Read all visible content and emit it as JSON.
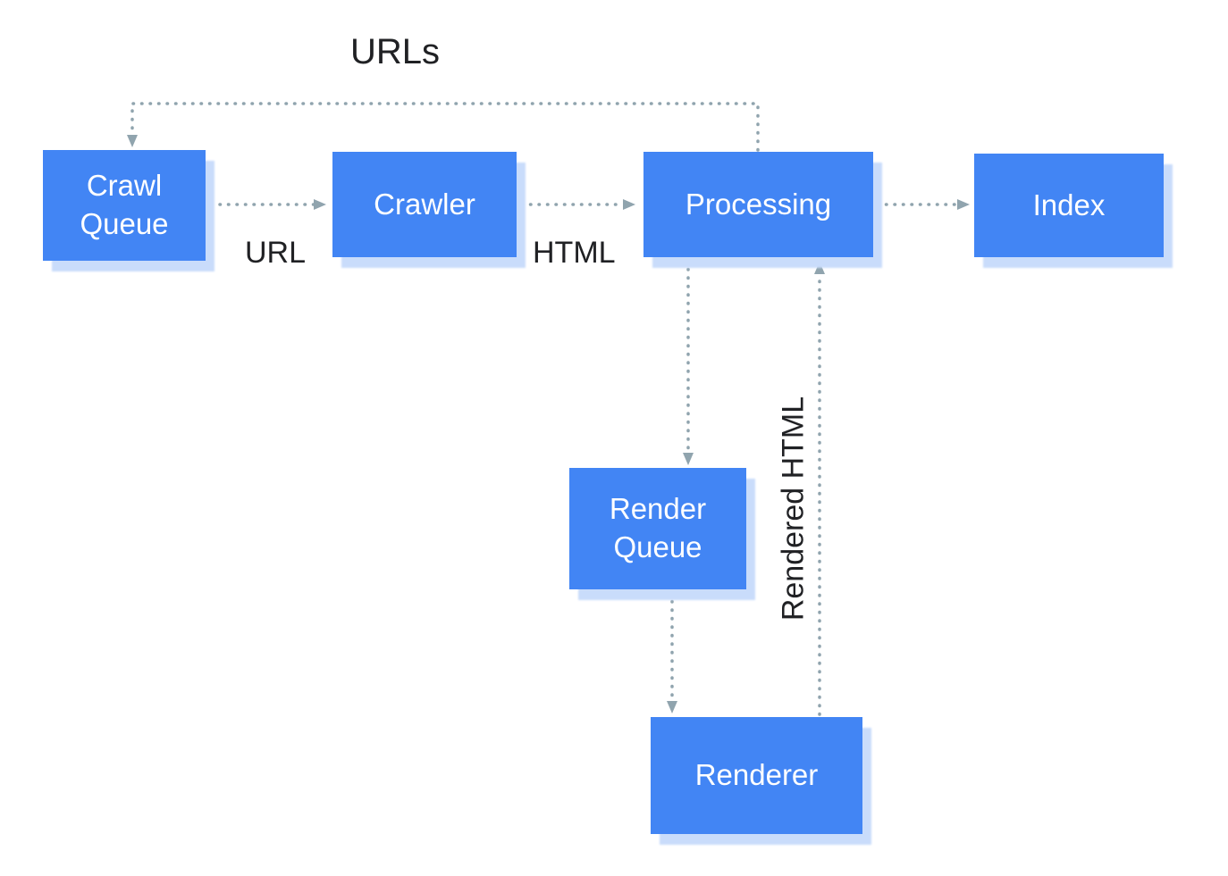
{
  "diagram": {
    "nodes": [
      {
        "id": "crawl-queue",
        "label": "Crawl Queue"
      },
      {
        "id": "crawler",
        "label": "Crawler"
      },
      {
        "id": "processing",
        "label": "Processing"
      },
      {
        "id": "index",
        "label": "Index"
      },
      {
        "id": "render-queue",
        "label": "Render Queue"
      },
      {
        "id": "renderer",
        "label": "Renderer"
      }
    ],
    "edges": [
      {
        "from": "processing",
        "to": "crawl-queue",
        "label": "URLs"
      },
      {
        "from": "crawl-queue",
        "to": "crawler",
        "label": "URL"
      },
      {
        "from": "crawler",
        "to": "processing",
        "label": "HTML"
      },
      {
        "from": "processing",
        "to": "index",
        "label": ""
      },
      {
        "from": "processing",
        "to": "render-queue",
        "label": ""
      },
      {
        "from": "render-queue",
        "to": "renderer",
        "label": ""
      },
      {
        "from": "renderer",
        "to": "processing",
        "label": "Rendered HTML"
      }
    ],
    "colors": {
      "node_fill": "#4285f4",
      "node_shadow": "#c9dcfb",
      "arrow": "#90a4ae",
      "node_text": "#ffffff",
      "label_text": "#202124"
    }
  }
}
